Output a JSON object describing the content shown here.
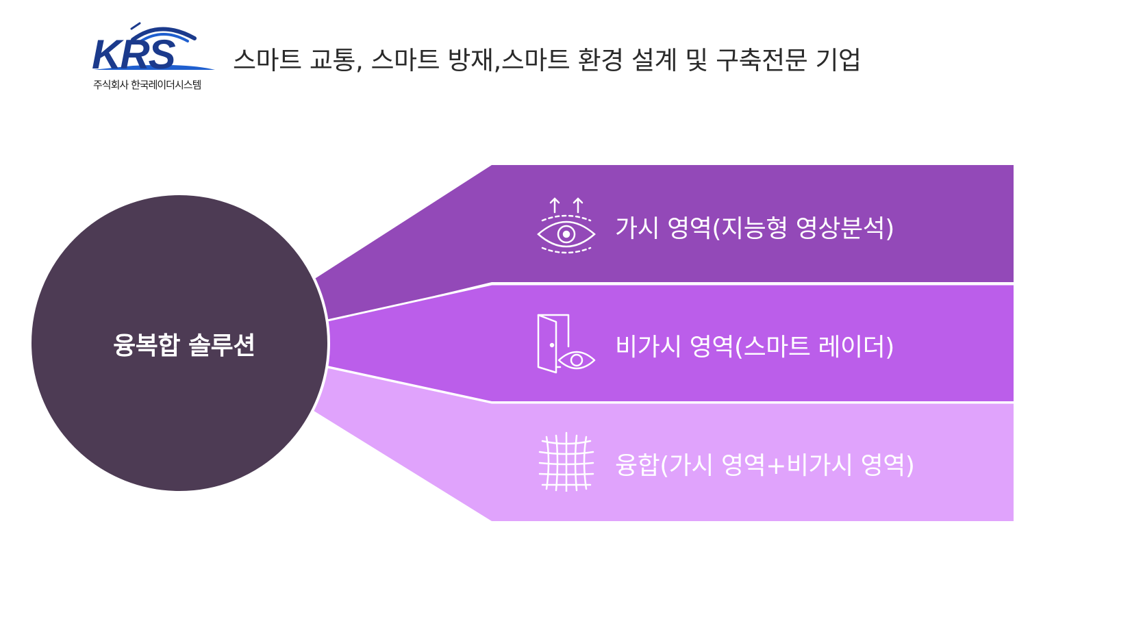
{
  "logo": {
    "wordmark": "KRS",
    "company_name": "주식회사 한국레이더시스템",
    "colors": {
      "navy": "#1b3a8c",
      "blue": "#1f5fcf"
    }
  },
  "header": {
    "tagline": "스마트 교통, 스마트 방재,스마트 환경 설계 및 구축전문 기업"
  },
  "diagram": {
    "center": {
      "label": "융복합 솔루션",
      "color": "#4d3b54"
    },
    "bands": [
      {
        "label": "가시 영역(지능형 영상분석)",
        "icon": "eye-scan-icon",
        "color": "#9349b8"
      },
      {
        "label": "비가시 영역(스마트 레이더)",
        "icon": "door-eye-icon",
        "color": "#bb5eea"
      },
      {
        "label": "융합(가시 영역+비가시 영역)",
        "icon": "mesh-grid-icon",
        "color": "#e0a3fc"
      }
    ]
  }
}
